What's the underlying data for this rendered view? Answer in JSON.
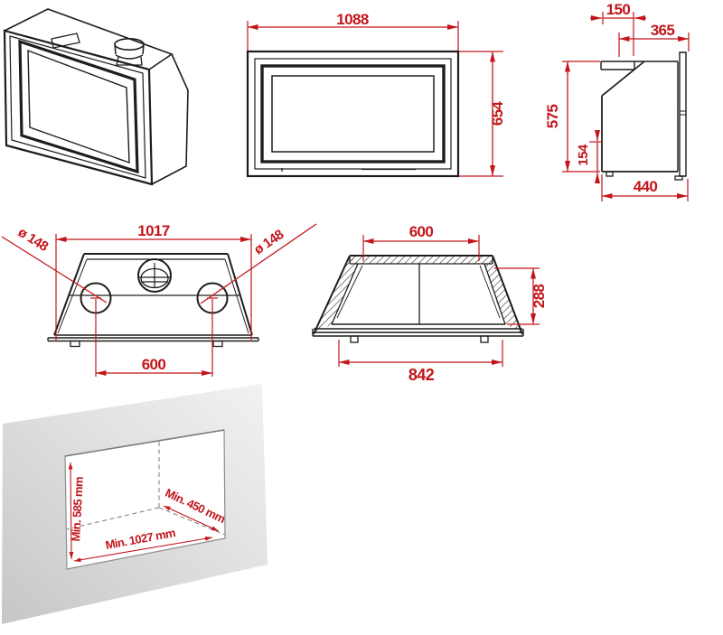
{
  "colors": {
    "background": "#ffffff",
    "line_art": "#1d1d1b",
    "dimension_red": "#c3151b",
    "wall_gray_light": "#f2f2f2",
    "wall_gray_dark": "#c6c6c6"
  },
  "views": {
    "front": {
      "width": "1088",
      "height": "654"
    },
    "side": {
      "flue_width": "150",
      "flue_to_front": "365",
      "height": "575",
      "lower_height": "154",
      "depth": "440"
    },
    "top": {
      "overall_width": "1017",
      "left_outlet_diameter": "ø 148",
      "right_outlet_diameter": "ø 148",
      "outlet_spacing": "600"
    },
    "section": {
      "top_width": "600",
      "inner_height": "288",
      "base_width": "842"
    },
    "installation": {
      "min_height": "Min. 585 mm",
      "min_depth": "Min. 450 mm",
      "min_width": "Min. 1027 mm"
    }
  }
}
